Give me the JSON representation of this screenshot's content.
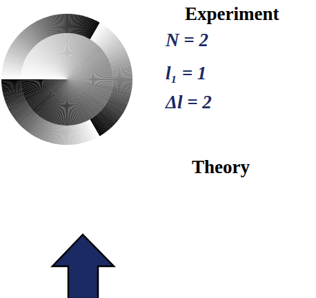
{
  "diagram": {
    "labels": [
      "Experiment",
      "N = 2",
      "l₁ = 1",
      "Δl = 2",
      "Theory"
    ]
  }
}
